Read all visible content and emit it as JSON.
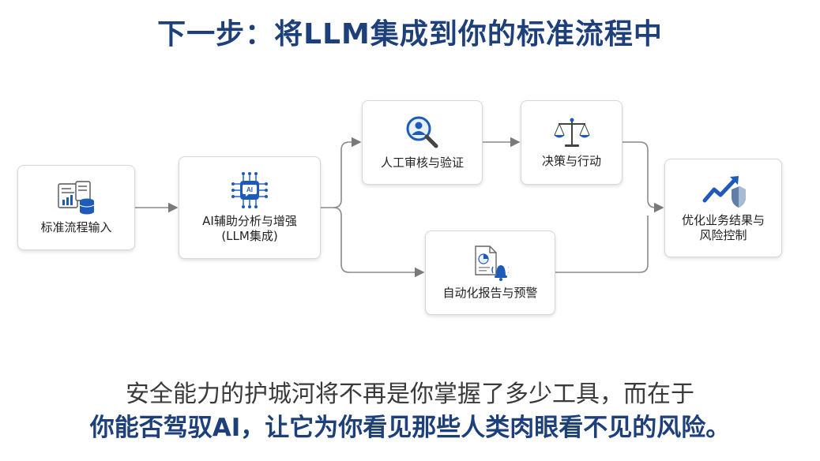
{
  "title": "下一步：将LLM集成到你的标准流程中",
  "nodes": {
    "input": {
      "label": "标准流程输入",
      "icon": "document-database-icon"
    },
    "ai": {
      "label": "AI辅助分析与增强\n(LLM集成)",
      "icon": "ai-chip-icon",
      "chip_text": "AI"
    },
    "review": {
      "label": "人工审核与验证",
      "icon": "magnifier-person-icon"
    },
    "decide": {
      "label": "决策与行动",
      "icon": "scales-icon"
    },
    "report": {
      "label": "自动化报告与预警",
      "icon": "report-bell-icon"
    },
    "out": {
      "label": "优化业务结果与\n风险控制",
      "icon": "trend-shield-icon"
    }
  },
  "bottom": {
    "line1": "安全能力的护城河将不再是你掌握了多少工具，而在于",
    "line2": "你能否驾驭AI，让它为你看见那些人类肉眼看不见的风险。"
  },
  "colors": {
    "title": "#1d3f7a",
    "accent_blue": "#1e5bb8",
    "arrow": "#7a7a7a",
    "text": "#222222"
  }
}
